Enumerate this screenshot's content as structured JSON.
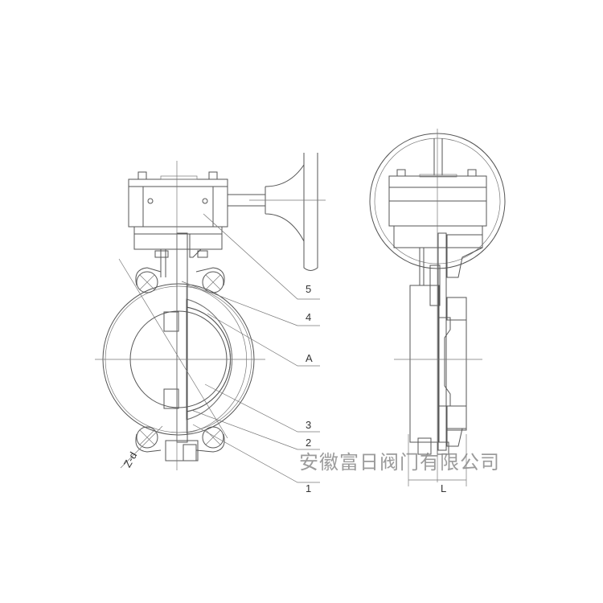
{
  "labels": {
    "part5": "5",
    "part4": "4",
    "partA": "A",
    "part3": "3",
    "part2": "2",
    "part1": "1"
  },
  "dimensions": {
    "bolt_circle": "Z-d",
    "face_length": "L"
  },
  "watermark": "安徽富日阀门有限公司",
  "colors": {
    "line": "#555555",
    "watermark": "#8a8a8a"
  }
}
